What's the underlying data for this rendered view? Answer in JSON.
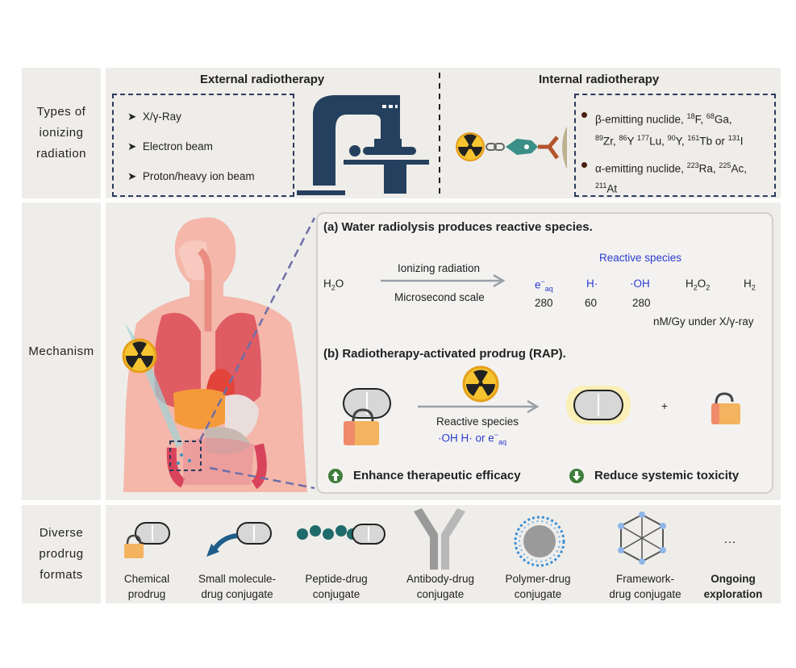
{
  "rows": {
    "types_label_1": "Types of",
    "types_label_2": "ionizing",
    "types_label_3": "radiation",
    "mechanism_label": "Mechanism",
    "formats_label_1": "Diverse",
    "formats_label_2": "prodrug",
    "formats_label_3": "formats"
  },
  "external": {
    "title": "External radiotherapy",
    "items": [
      "X/γ-Ray",
      "Electron beam",
      "Proton/heavy ion beam"
    ]
  },
  "internal": {
    "title": "Internal radiotherapy",
    "beta_prefix": "β-emitting nuclide, ",
    "alpha_prefix": "α-emitting nuclide, "
  },
  "panel_a": {
    "title": "(a) Water radiolysis produces reactive species.",
    "reactant": "H",
    "arrow_top": "Ionizing radiation",
    "arrow_bottom": "Microsecond scale",
    "species_title": "Reactive species",
    "species": [
      {
        "label": "e",
        "sup": "−",
        "sub": "aq",
        "value": "280"
      },
      {
        "label": "H·",
        "value": "60"
      },
      {
        "label": "·OH",
        "value": "280"
      },
      {
        "label": "H",
        "sub": "2",
        "suffix": "O",
        "sub2": "2"
      },
      {
        "label": "H",
        "sub": "2"
      }
    ],
    "unit_note": "nM/Gy under  X/γ-ray"
  },
  "panel_b": {
    "title": "(b) Radiotherapy-activated prodrug (RAP).",
    "arrow_label": "Reactive species",
    "species_line": "·OH   H·   or  e",
    "plus": "+",
    "enhance": "Enhance therapeutic efficacy",
    "reduce": "Reduce systemic toxicity"
  },
  "formats": [
    {
      "line1": "Chemical",
      "line2": "prodrug"
    },
    {
      "line1": "Small molecule-",
      "line2": "drug conjugate"
    },
    {
      "line1": "Peptide-drug",
      "line2": "conjugate"
    },
    {
      "line1": "Antibody-drug",
      "line2": "conjugate"
    },
    {
      "line1": "Polymer-drug",
      "line2": "conjugate"
    },
    {
      "line1": "Framework-",
      "line2": "drug conjugate"
    },
    {
      "line1": "Ongoing",
      "line2": "exploration"
    }
  ],
  "ellipsis": "…",
  "colors": {
    "navy": "#24405e",
    "panel_bg": "#efedea",
    "blue_text": "#2b3bd0",
    "green": "#3f7d3a",
    "teal": "#1f6b6b",
    "body": "#f4b3a6"
  }
}
